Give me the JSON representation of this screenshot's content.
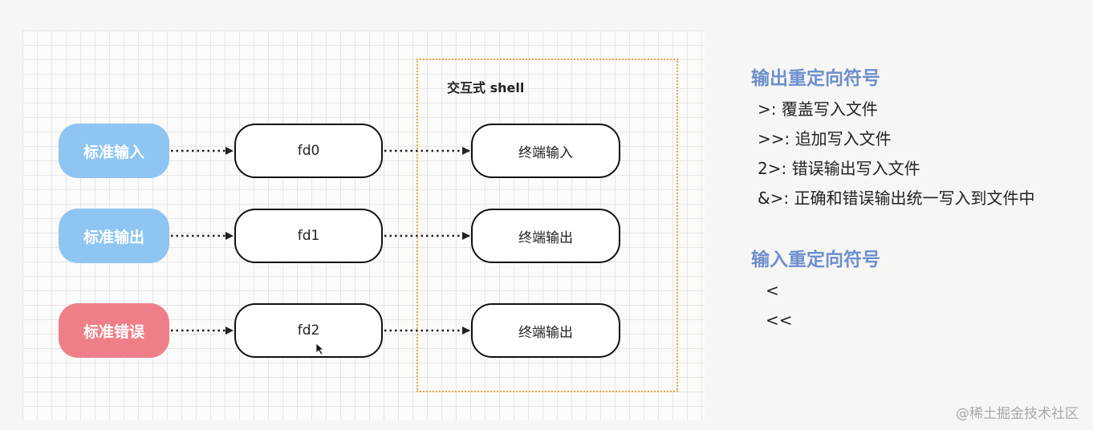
{
  "diagram": {
    "shell_title": "交互式 shell",
    "sources": [
      {
        "label": "标准输入",
        "color": "#8ec5f3"
      },
      {
        "label": "标准输出",
        "color": "#8ec5f3"
      },
      {
        "label": "标准错误",
        "color": "#ee7f89"
      }
    ],
    "descriptors": [
      "fd0",
      "fd1",
      "fd2"
    ],
    "terminals": [
      "终端输入",
      "终端输出",
      "终端输出"
    ],
    "accent_border": "#e8a545"
  },
  "panel": {
    "output_heading": "输出重定向符号",
    "output_items": [
      {
        "symbol": ">:",
        "text": "覆盖写入文件"
      },
      {
        "symbol": ">>:",
        "text": "追加写入文件"
      },
      {
        "symbol": "2>:",
        "text": "错误输出写入文件"
      },
      {
        "symbol": "&>:",
        "text": "正确和错误输出统一写入到文件中"
      }
    ],
    "input_heading": "输入重定向符号",
    "input_items": [
      "<",
      "<<"
    ],
    "heading_color": "#6d8fce"
  },
  "watermark": "@稀土掘金技术社区"
}
